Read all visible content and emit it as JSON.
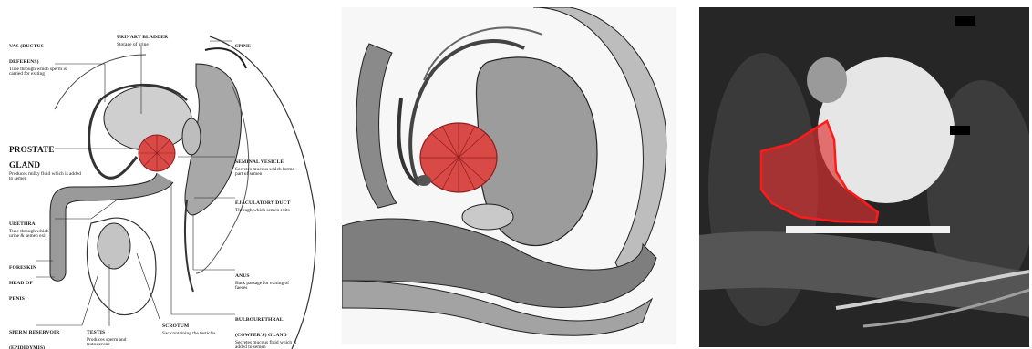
{
  "labels": {
    "vas": {
      "title": "VAS (DUCTUS DEFERENS)",
      "desc": "Tube through which sperm is carried for exiting"
    },
    "bladder": {
      "title": "URINARY BLADDER",
      "desc": "Storage of urine"
    },
    "spine": {
      "title": "SPINE"
    },
    "prostate": {
      "title": "PROSTATE GLAND",
      "desc": "Produces milky fluid which is added to semen"
    },
    "seminal": {
      "title": "SEMINAL VESICLE",
      "desc": "Secretes mucous which forms part of semen"
    },
    "urethra": {
      "title": "URETHRA",
      "desc": "Tube through which urine & semen exit"
    },
    "ejaculatory": {
      "title": "EJACULATORY DUCT",
      "desc": "Through which semen exits"
    },
    "foreskin": {
      "title": "FORESKIN"
    },
    "head": {
      "title": "HEAD OF PENIS"
    },
    "anus": {
      "title": "ANUS",
      "desc": "Back passage for exiting of faeces"
    },
    "bulbourethral": {
      "title": "BULBOURETHRAL (COWPER'S) GLAND",
      "desc": "Secretes mucous fluid which is added to semen"
    },
    "sperm": {
      "title": "SPERM RESERVOIR (EPIDIDYMIS)"
    },
    "testis": {
      "title": "TESTIS",
      "desc": "Produces sperm and testosterone"
    },
    "scrotum": {
      "title": "SCROTUM",
      "desc": "Sac containing the testicles"
    }
  },
  "colors": {
    "prostate_red": "#d94a47",
    "mri_red": "#e03030"
  }
}
